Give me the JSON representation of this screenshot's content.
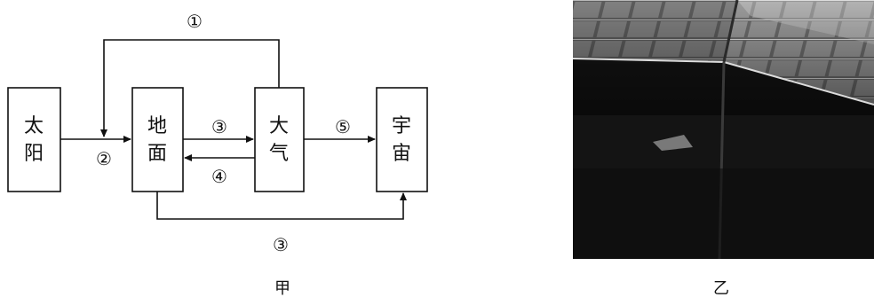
{
  "diagram_jia": {
    "boxes": {
      "sun": "太阳",
      "ground": "地面",
      "atmosphere": "大气",
      "space": "宇宙"
    },
    "labels": {
      "flow_atmosphere_to_ground_top": "①",
      "flow_sun_to_ground": "②",
      "flow_ground_to_atmosphere": "③",
      "flow_atmosphere_back_to_ground": "④",
      "flow_atmosphere_to_space": "⑤",
      "flow_ground_to_space": "③"
    },
    "caption": "甲"
  },
  "photo_yi": {
    "caption": "乙",
    "colors": {
      "dark": "#141414",
      "mid": "#5a5a5a",
      "light": "#cfcfcf"
    }
  }
}
